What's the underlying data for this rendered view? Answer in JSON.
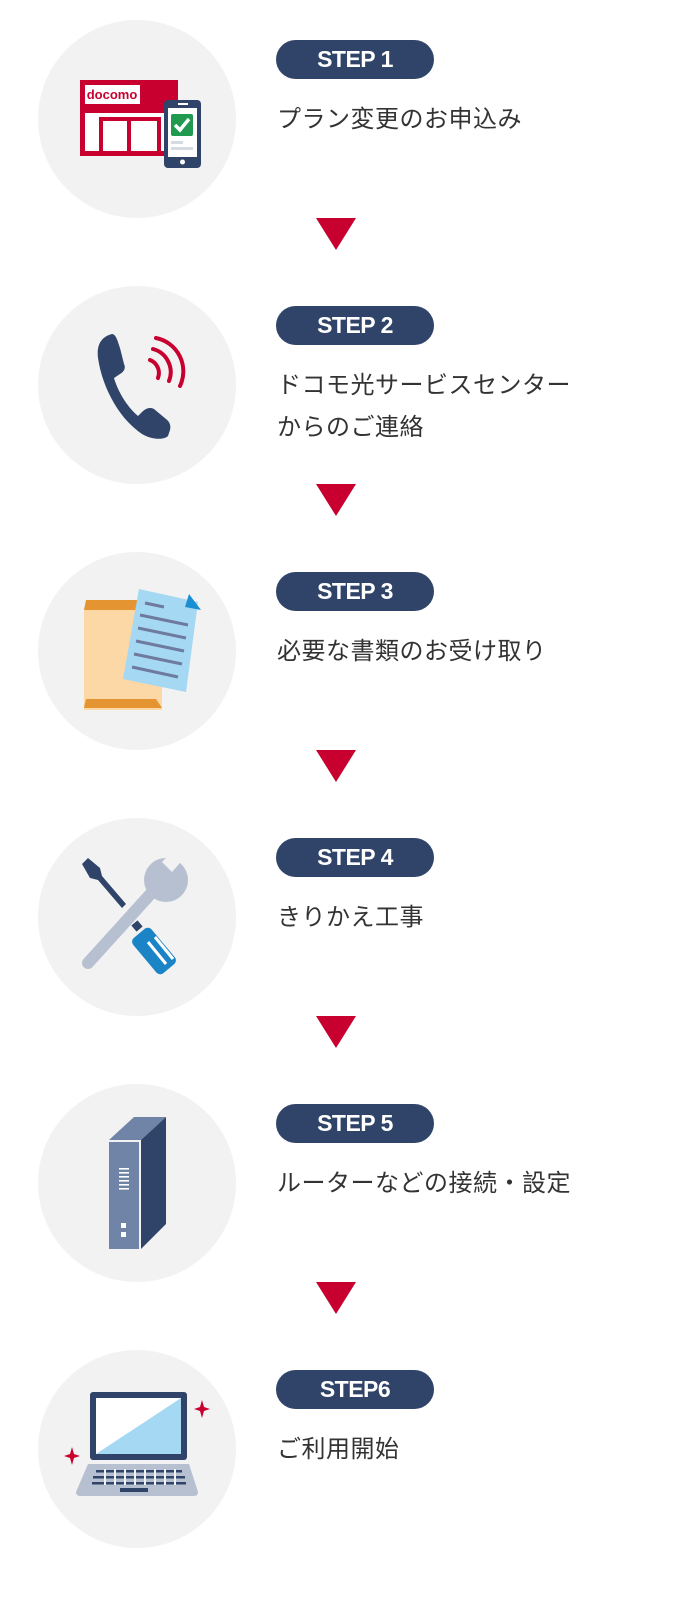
{
  "colors": {
    "pill_bg": "#2f4468",
    "arrow": "#c8002f",
    "circle_bg": "#f2f2f2",
    "text": "#333333"
  },
  "steps": [
    {
      "label": "STEP 1",
      "title_lines": [
        "プラン変更のお申込み"
      ],
      "icon": "docomo-shop-smartphone-icon",
      "shop_logo": "docomo"
    },
    {
      "label": "STEP 2",
      "title_lines": [
        "ドコモ光サービスセンター",
        "からのご連絡"
      ],
      "icon": "phone-ringing-icon"
    },
    {
      "label": "STEP 3",
      "title_lines": [
        "必要な書類のお受け取り"
      ],
      "icon": "envelope-document-icon"
    },
    {
      "label": "STEP 4",
      "title_lines": [
        "きりかえ工事"
      ],
      "icon": "wrench-screwdriver-icon"
    },
    {
      "label": "STEP 5",
      "title_lines": [
        "ルーターなどの接続・設定"
      ],
      "icon": "router-icon"
    },
    {
      "label": "STEP6",
      "title_lines": [
        "ご利用開始"
      ],
      "icon": "laptop-sparkle-icon"
    }
  ],
  "arrow_icon": "down-triangle-icon"
}
